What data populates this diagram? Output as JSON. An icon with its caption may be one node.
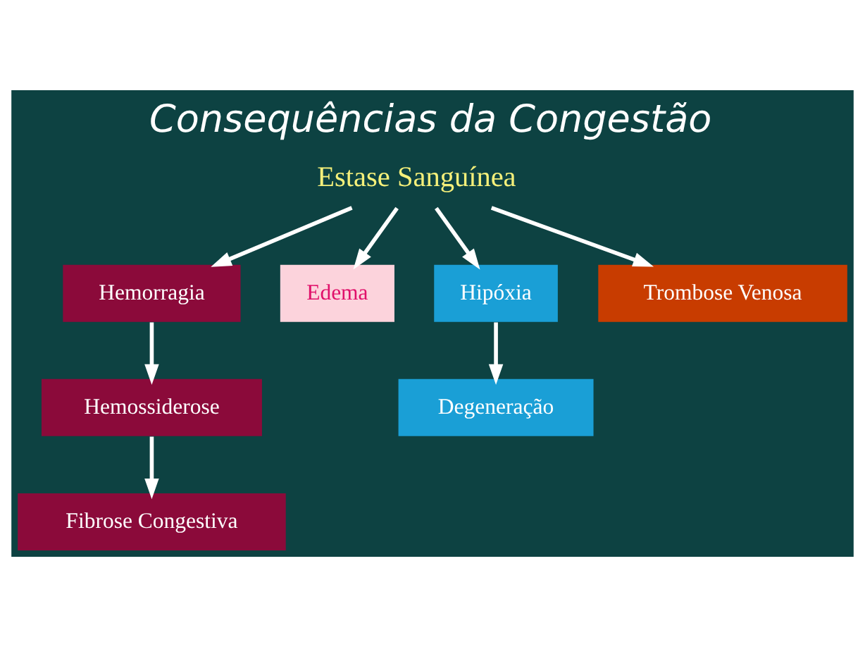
{
  "diagram": {
    "title": "Consequências da Congestão",
    "nodes": [
      {
        "text": [
          "Estase Sanguínea"
        ]
      },
      {
        "text": [
          "Hemorragia"
        ]
      },
      {
        "text": [
          "Edema"
        ]
      },
      {
        "text": [
          "Hipóxia"
        ]
      },
      {
        "text": [
          "Trombose Venosa"
        ]
      },
      {
        "text": [
          "Hemossiderose"
        ]
      },
      {
        "text": [
          "Degeneração"
        ]
      },
      {
        "text": [
          "Fibrose Congestiva"
        ]
      }
    ],
    "edges": [
      {
        "from": 0,
        "to": 1,
        "arrow": "to"
      },
      {
        "from": 0,
        "to": 2,
        "arrow": "to"
      },
      {
        "from": 0,
        "to": 3,
        "arrow": "to"
      },
      {
        "from": 0,
        "to": 4,
        "arrow": "to"
      },
      {
        "from": 1,
        "to": 5,
        "arrow": "to"
      },
      {
        "from": 3,
        "to": 6,
        "arrow": "to"
      },
      {
        "from": 5,
        "to": 7,
        "arrow": "to"
      }
    ]
  }
}
